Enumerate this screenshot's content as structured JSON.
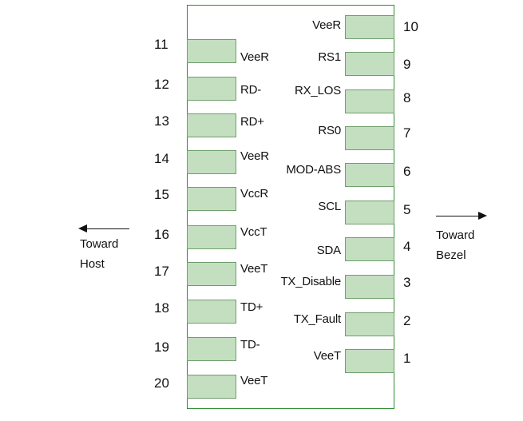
{
  "left_pins": [
    {
      "number": "11",
      "label": "VeeR"
    },
    {
      "number": "12",
      "label": "RD-"
    },
    {
      "number": "13",
      "label": "RD+"
    },
    {
      "number": "14",
      "label": "VeeR"
    },
    {
      "number": "15",
      "label": "VccR"
    },
    {
      "number": "16",
      "label": "VccT"
    },
    {
      "number": "17",
      "label": "VeeT"
    },
    {
      "number": "18",
      "label": "TD+"
    },
    {
      "number": "19",
      "label": "TD-"
    },
    {
      "number": "20",
      "label": "VeeT"
    }
  ],
  "right_pins": [
    {
      "number": "10",
      "label": "VeeR"
    },
    {
      "number": "9",
      "label": "RS1"
    },
    {
      "number": "8",
      "label": "RX_LOS"
    },
    {
      "number": "7",
      "label": "RS0"
    },
    {
      "number": "6",
      "label": "MOD-ABS"
    },
    {
      "number": "5",
      "label": "SCL"
    },
    {
      "number": "4",
      "label": "SDA"
    },
    {
      "number": "3",
      "label": "TX_Disable"
    },
    {
      "number": "2",
      "label": "TX_Fault"
    },
    {
      "number": "1",
      "label": "VeeT"
    }
  ],
  "directions": {
    "left": {
      "line1": "Toward",
      "line2": "Host"
    },
    "right": {
      "line1": "Toward",
      "line2": "Bezel"
    }
  },
  "colors": {
    "board_border": "#2e8b2e",
    "pad_fill": "#c3dfc0",
    "pad_border": "#6f9f6c"
  }
}
